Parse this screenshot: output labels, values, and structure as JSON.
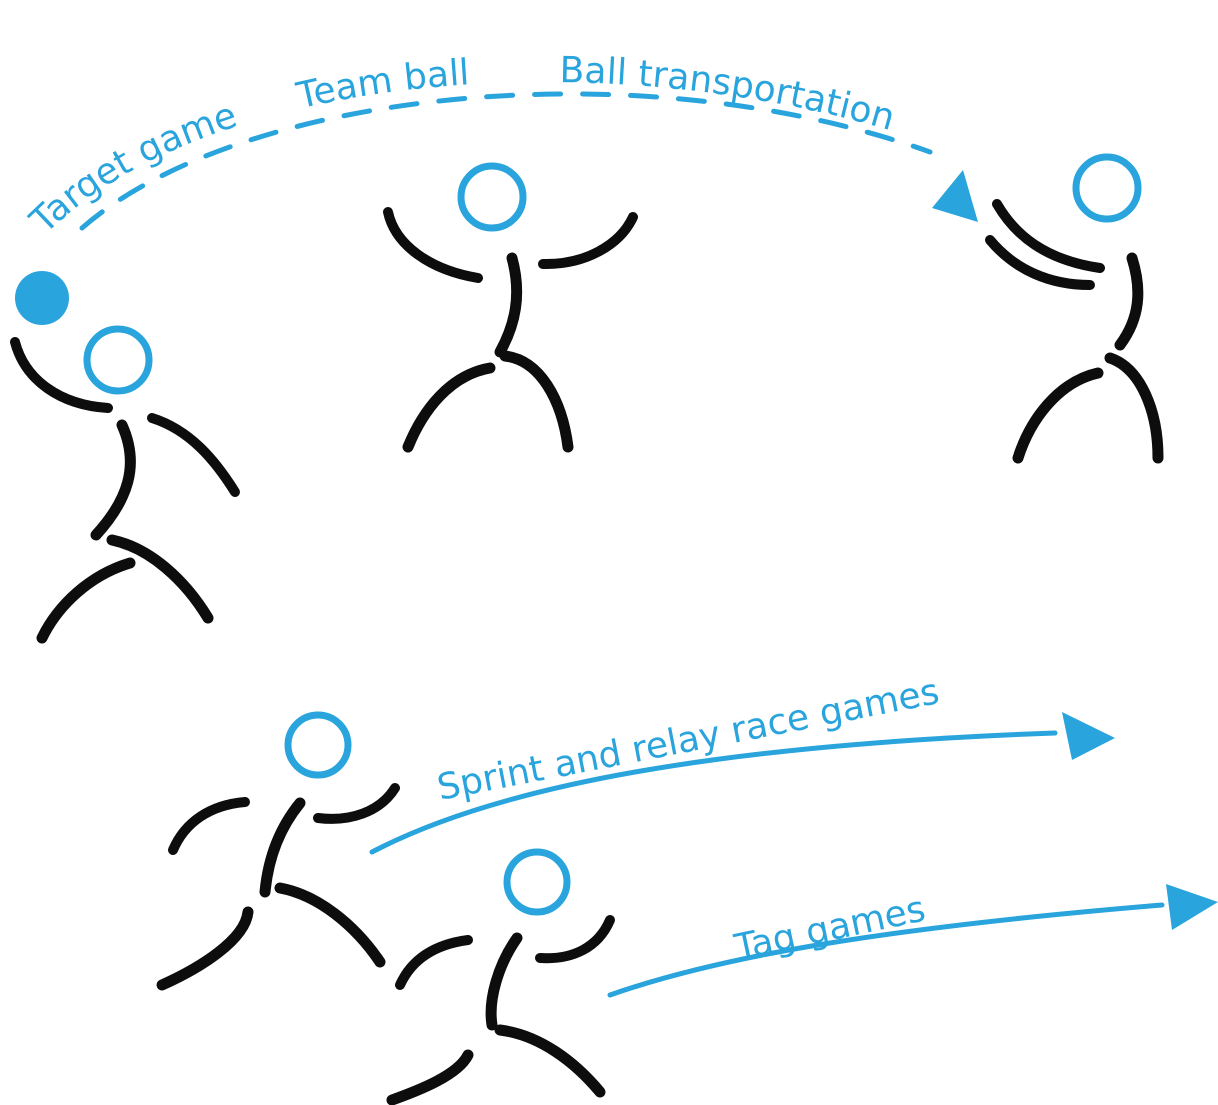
{
  "colors": {
    "accent": "#2aa4dc",
    "ink": "#0d0d0d",
    "background": "#ffffff"
  },
  "labels": {
    "target_game": "Target game",
    "team_ball": "Team ball",
    "ball_transportation": "Ball transportation",
    "sprint_relay": "Sprint and relay race games",
    "tag_games": "Tag games"
  },
  "figures": [
    {
      "name": "stick-figure-throwing",
      "icon": "thrower-icon"
    },
    {
      "name": "stick-figure-jumping",
      "icon": "jumper-icon"
    },
    {
      "name": "stick-figure-catching",
      "icon": "catcher-icon"
    },
    {
      "name": "stick-figure-sprinting",
      "icon": "sprinter-icon"
    },
    {
      "name": "stick-figure-running",
      "icon": "runner-icon"
    }
  ]
}
